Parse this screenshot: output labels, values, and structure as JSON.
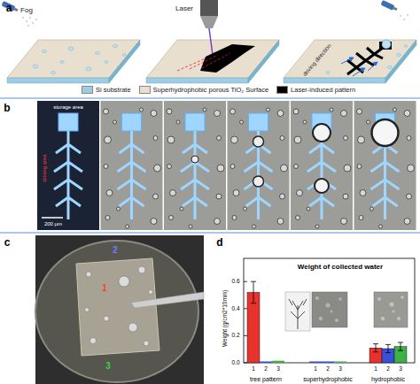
{
  "diagram": {
    "labels": [
      "a",
      "Fog",
      "Laser",
      "driving direction",
      "b",
      "storage area",
      "driving area",
      "200 μm",
      "c",
      "1",
      "2",
      "3",
      "d",
      "Weight of collected water",
      "Weight (g/cm2*10min)",
      "0.0",
      "0.2",
      "0.4",
      "0.6",
      "1",
      "2",
      "3",
      "1",
      "2",
      "3",
      "1",
      "2",
      "3",
      "tree pattern",
      "superhydrophobic",
      "hydrophobic"
    ],
    "legend": [
      {
        "text": "Si substrate",
        "color": "#9ccde3"
      },
      {
        "text": "Superhydrophobic porous TiO₂ Surface",
        "color": "#e9dfcf"
      },
      {
        "text": "Laser-induced pattern",
        "color": "#000000"
      }
    ]
  }
}
